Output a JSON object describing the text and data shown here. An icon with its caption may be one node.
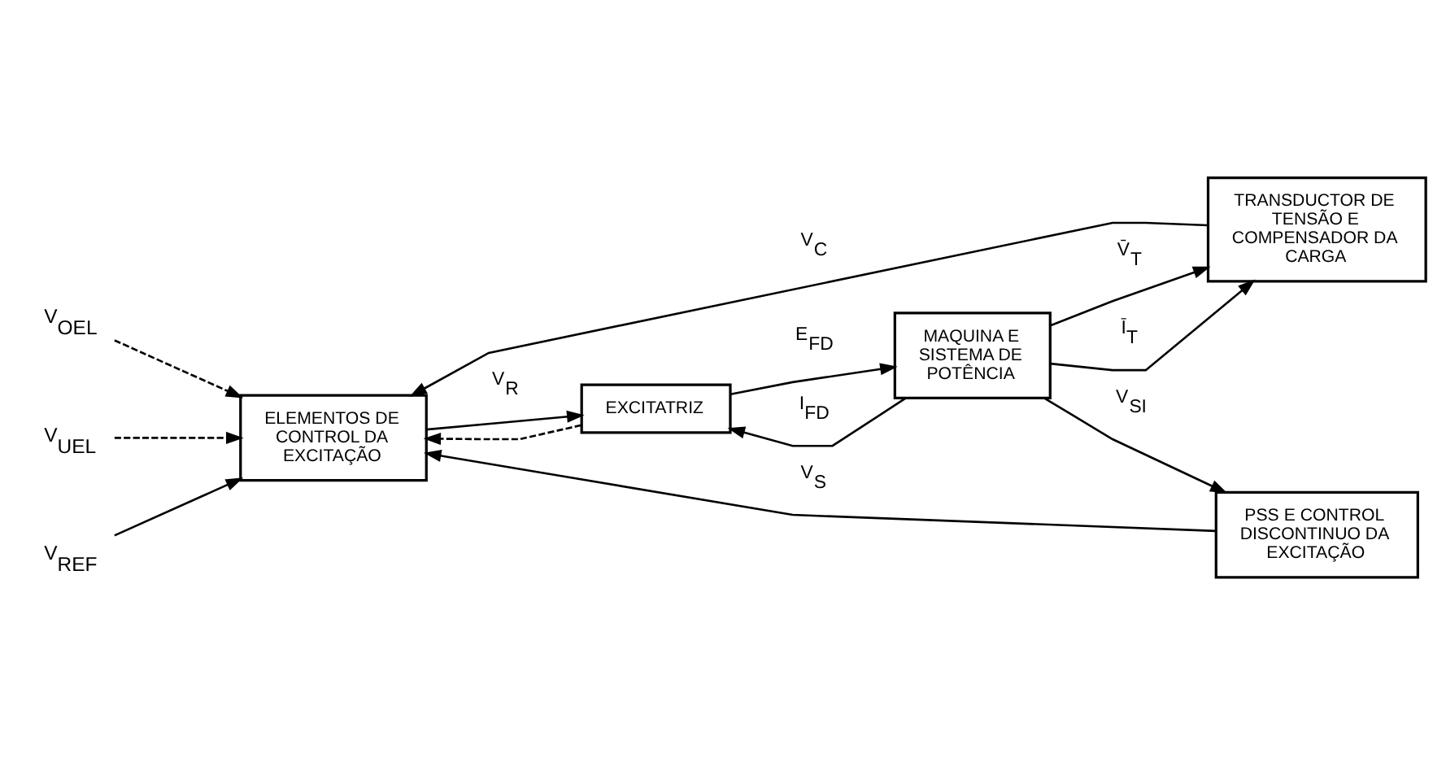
{
  "diagram": {
    "nodes": [
      {
        "text": [
          "V$_{OEL}$"
        ]
      },
      {
        "text": [
          "V$_{UEL}$"
        ]
      },
      {
        "text": [
          "TRANSDUCTOR DE TENSÃO E COMPENSADOR DA CARGA"
        ]
      },
      {
        "text": [
          "V$_{REF}$"
        ]
      },
      {
        "text": [
          "ELEMENTOS DE CONTROL DA EXCITAÇÃO"
        ]
      },
      {
        "text": [
          "EXCITATRIZ"
        ]
      },
      {
        "text": [
          "MAQUINA E SISTEMA DE POTÊNCIA"
        ]
      },
      {
        "text": [
          "PSS E CONTROL DISCONTINUO DA EXCITAÇÃO"
        ]
      }
    ],
    "edges": [
      {
        "from": 2,
        "to": 4,
        "arrow": "to",
        "label": "V$_{C}$"
      },
      {
        "from": 0,
        "to": 4,
        "arrow": "to",
        "style": "dashed"
      },
      {
        "from": 1,
        "to": 4,
        "arrow": "to",
        "style": "dashed"
      },
      {
        "from": 3,
        "to": 4,
        "arrow": "to"
      },
      {
        "from": 7,
        "to": 4,
        "arrow": "to",
        "label": "V$_{S}$"
      },
      {
        "from": 4,
        "to": 5,
        "arrow": "to",
        "label": "V$_{R}$"
      },
      {
        "from": 5,
        "to": 4,
        "arrow": "to",
        "style": "dashed"
      },
      {
        "from": 6,
        "to": 5,
        "arrow": "to",
        "label": "I$_{FD}$"
      },
      {
        "from": 5,
        "to": 6,
        "arrow": "to",
        "label": "E$_{FD}$"
      },
      {
        "from": 6,
        "to": 2,
        "arrow": "to",
        "label": "V̄$_{T}$"
      },
      {
        "from": 6,
        "to": 2,
        "arrow": "to",
        "label": "Ī$_{T}$"
      },
      {
        "from": 6,
        "to": 7,
        "arrow": "to",
        "label": "V$_{SI}$"
      }
    ]
  }
}
